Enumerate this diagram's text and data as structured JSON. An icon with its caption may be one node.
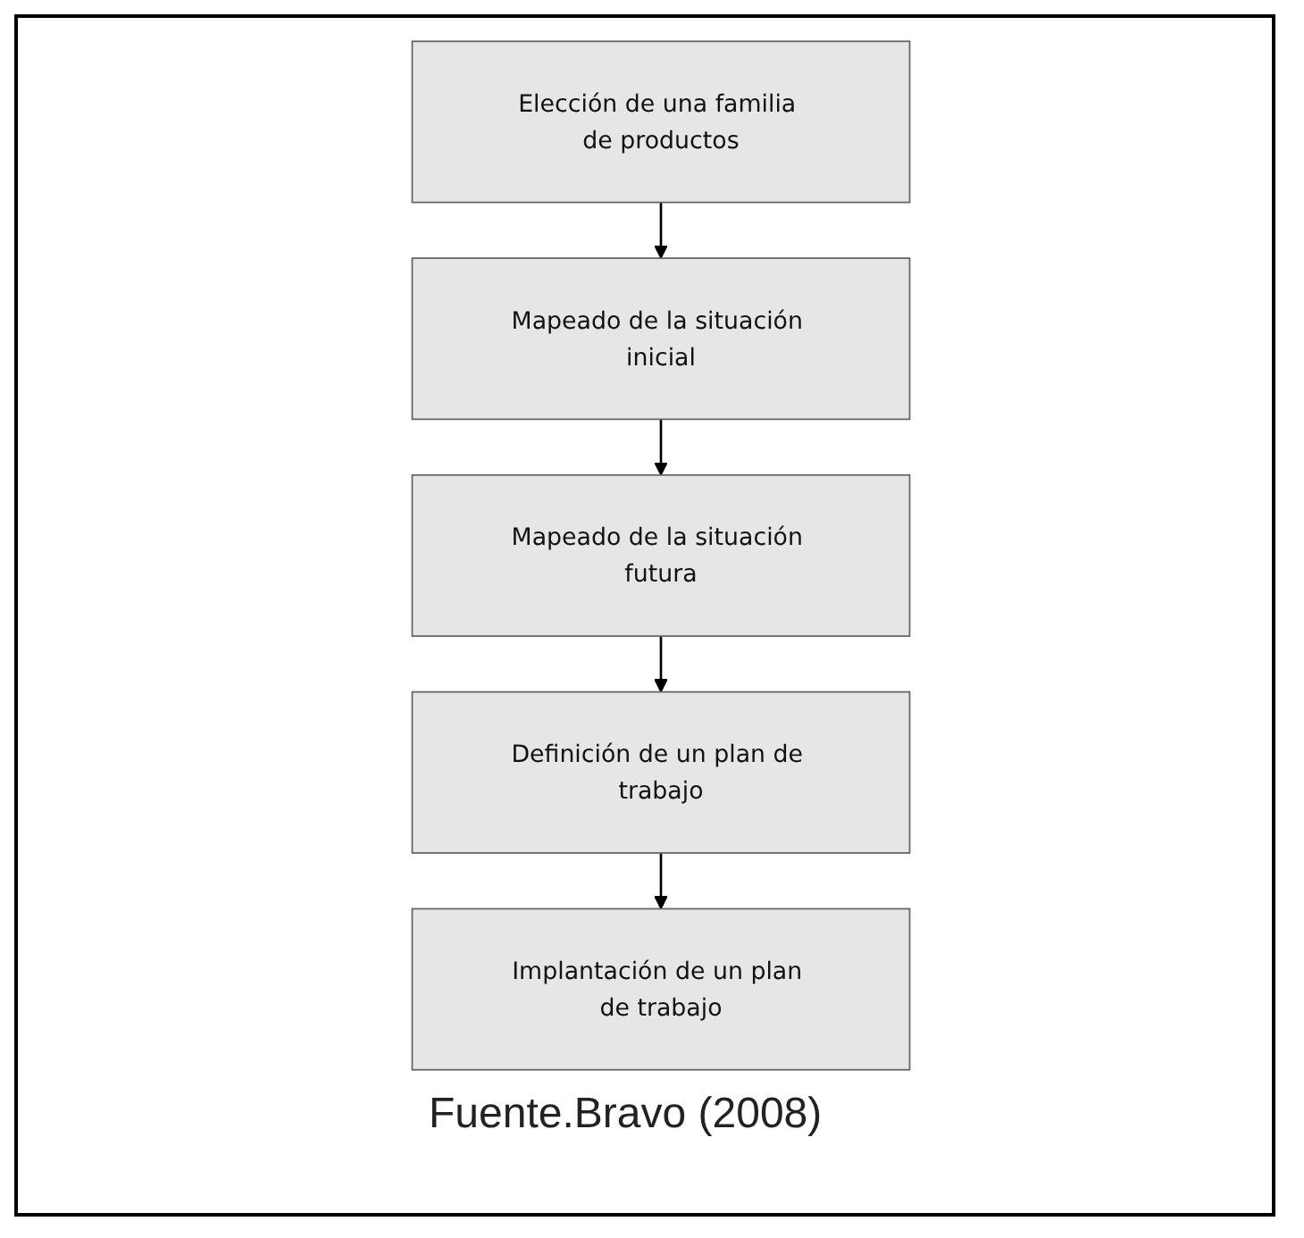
{
  "diagram": {
    "caption": "Fuente.Bravo (2008)",
    "nodes": [
      {
        "text": [
          "Elección de una familia de productos"
        ]
      },
      {
        "text": [
          "Mapeado de la situación inicial"
        ]
      },
      {
        "text": [
          "Mapeado de la situación futura"
        ]
      },
      {
        "text": [
          "Definición de un plan de trabajo"
        ]
      },
      {
        "text": [
          "Implantación de un plan de trabajo"
        ]
      }
    ],
    "edges": [
      {
        "from": 0,
        "to": 1,
        "arrow": "to"
      },
      {
        "from": 1,
        "to": 2,
        "arrow": "to"
      },
      {
        "from": 2,
        "to": 3,
        "arrow": "to"
      },
      {
        "from": 3,
        "to": 4,
        "arrow": "to"
      }
    ]
  }
}
